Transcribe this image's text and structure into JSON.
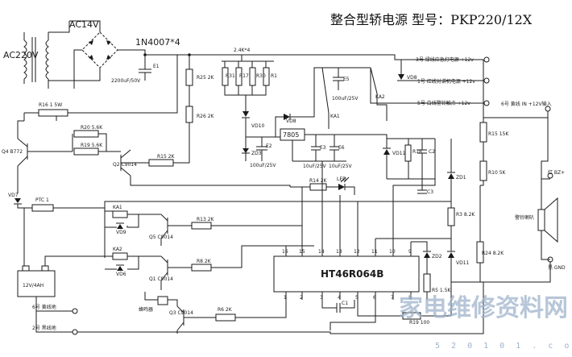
{
  "diagram": {
    "title": "整合型轿电源    型号：PKP220/12X",
    "components": {
      "ac_in": "AC220V",
      "ac_out": "AC14V",
      "bridge": "1N4007*4",
      "e1": "E1",
      "e1_val": "2200uF/50V",
      "r25": "R25 2K",
      "r26": "R26 2K",
      "r_array": "2.4K*4",
      "r31": "R31",
      "r17": "R17",
      "r30": "R30",
      "r1": "R1",
      "vd10": "VD10",
      "zd3": "ZD3",
      "e2": "E2",
      "e2_val": "100uF/25V",
      "vd8": "VD8",
      "reg": "7805",
      "e3": "E3",
      "e3_val": "10uF/25V",
      "e6": "E6",
      "e6_val": "10uF/25V",
      "e5": "E5",
      "e5_val": "100uF/25V",
      "ka1": "KA1",
      "ka2": "KA2",
      "vd11a": "VD11",
      "r18": "R18",
      "c2": "C2",
      "c3": "C3",
      "r14": "R14 2K",
      "led": "LED",
      "r16": "R16 1 5W",
      "r20": "R20 5.6K",
      "r19": "R19 5.6K",
      "q4": "Q4 B772",
      "q2": "Q2 C9014",
      "r15": "R15 2K",
      "vd7": "VD7",
      "ptc": "PTC 1",
      "ka1b": "KA1",
      "vd9": "VD9",
      "ka2b": "KA2",
      "vd6": "VD6",
      "q5": "Q5 C9014",
      "q1": "Q1 C9014",
      "r13": "R13 2K",
      "r8": "R8 2K",
      "buzzer": "蜂鸣器",
      "q3": "Q3 C9014",
      "r6": "R6 2K",
      "battery": "12V/4AH",
      "chip": "HT46R064B",
      "c1": "C1",
      "r19b": "R19 100",
      "zd2": "ZD2",
      "r5": "R5 1.5K",
      "r3": "R3 8.2K",
      "r24": "R24 8.2K",
      "vd11b": "VD11",
      "zd1": "ZD1",
      "r15b": "R15 15K",
      "r10": "R10 5K",
      "speaker": "警铃喇叭",
      "vd8b": "VD8"
    },
    "pins": [
      "16",
      "15",
      "14",
      "13",
      "12",
      "11",
      "10",
      "9",
      "1",
      "2",
      "3",
      "4",
      "5",
      "6",
      "7",
      "8"
    ],
    "terminals": {
      "t3": "3号  绿线应急灯电源  +12v",
      "t1": "1号  红线对讲机电源  +12v",
      "t5": "5号  白线警铃触点  +12v",
      "t6": "6号  黄线  IN  +12V输入",
      "red": "红 BZ+",
      "black": "黑 GND",
      "y6": "6号  黄线地",
      "k2": "2号  黑线地"
    },
    "watermark": "家电维修资料网",
    "watermark_url": "5 2 0 1 0 1 . c o m"
  }
}
